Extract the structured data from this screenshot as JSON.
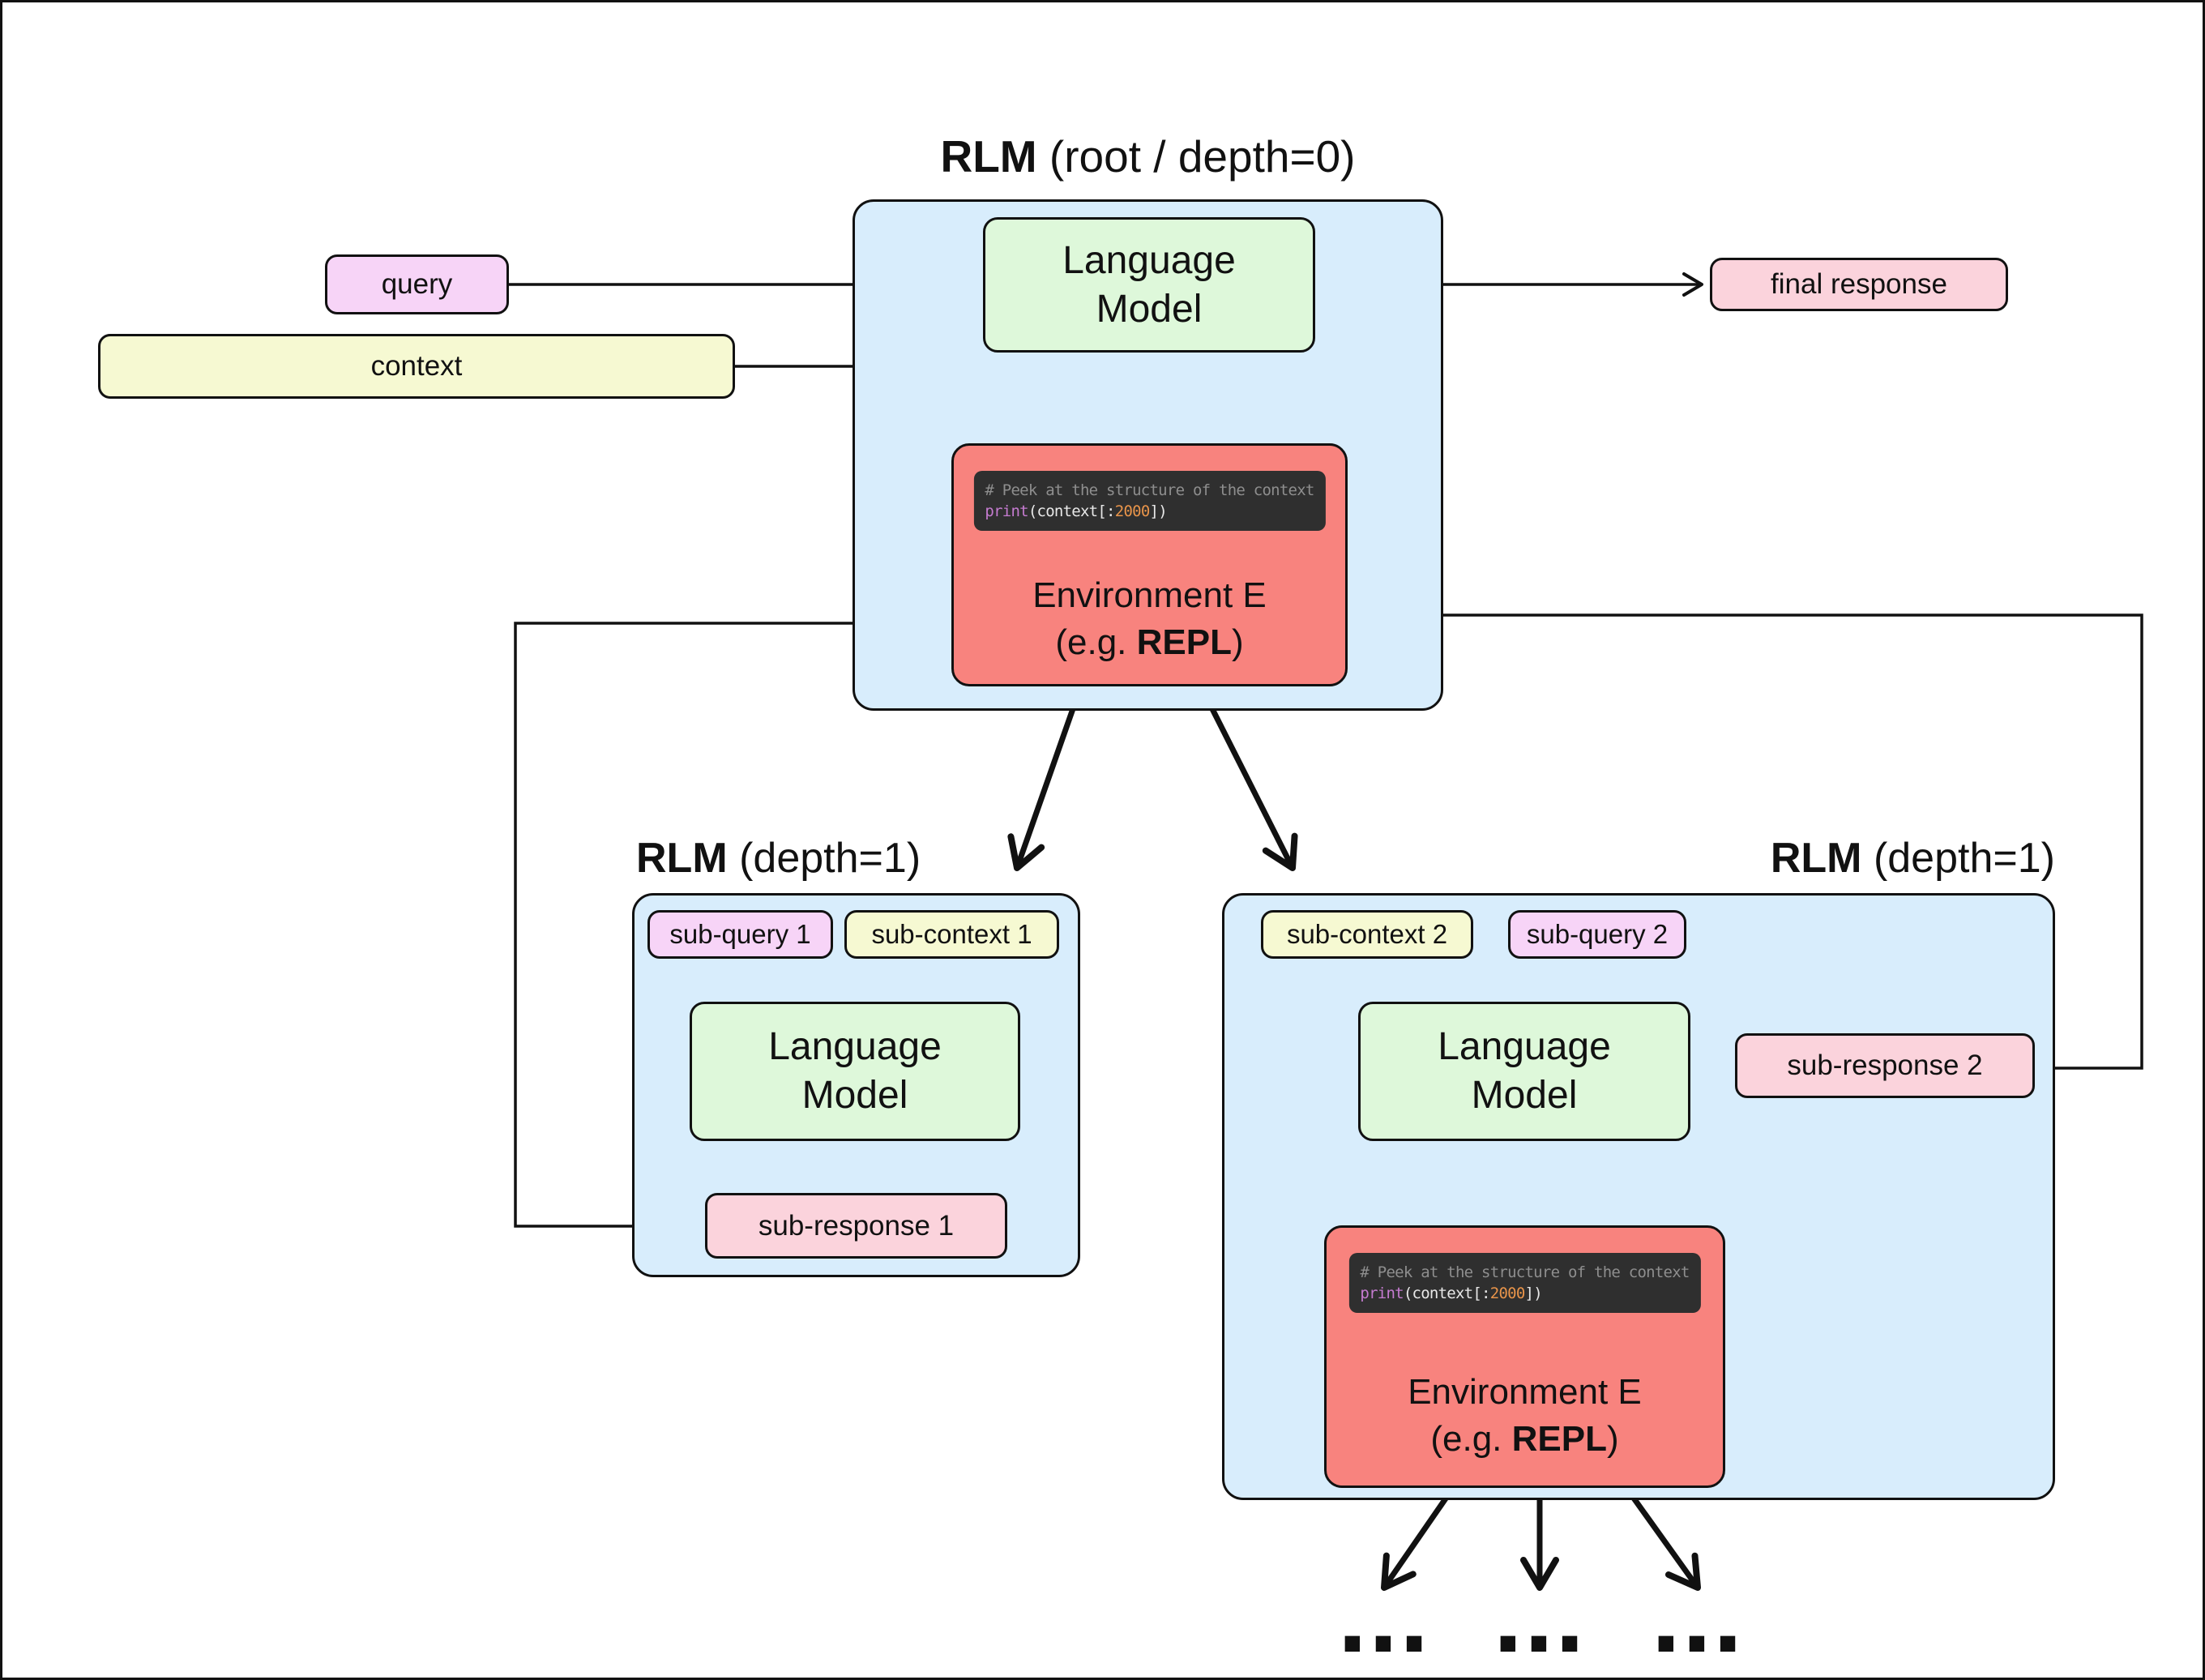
{
  "colors": {
    "container_blue": "#D8EDFC",
    "model_green": "#DEF8DA",
    "environment_red": "#F8837E",
    "query_pink": "#F7D4F7",
    "context_yellow": "#F6F9D2",
    "response_pink": "#FBD3DC",
    "code_bg": "#2F2F2F",
    "code_comment": "#8E8E8E",
    "code_keyword": "#C57BD0",
    "code_number": "#E8944A",
    "code_text": "#E8E8E8",
    "line_black": "#111111"
  },
  "root": {
    "title_bold": "RLM",
    "title_rest": " (root / depth=0)",
    "language_model": {
      "line1": "Language",
      "line2": "Model"
    },
    "environment": {
      "line1": "Environment E",
      "line2_prefix": "(e.g. ",
      "line2_bold": "REPL",
      "line2_suffix": ")"
    },
    "code": {
      "comment": "# Peek at the structure of the context",
      "keyword": "print",
      "arg_open": "(context[:",
      "number": "2000",
      "arg_close": "])"
    }
  },
  "inputs": {
    "query": "query",
    "context": "context"
  },
  "outputs": {
    "final_response": "final response"
  },
  "child_left": {
    "title_bold": "RLM",
    "title_rest": " (depth=1)",
    "sub_query": "sub-query 1",
    "sub_context": "sub-context 1",
    "language_model": {
      "line1": "Language",
      "line2": "Model"
    },
    "sub_response": "sub-response 1"
  },
  "child_right": {
    "title_bold": "RLM",
    "title_rest": " (depth=1)",
    "sub_context": "sub-context 2",
    "sub_query": "sub-query 2",
    "language_model": {
      "line1": "Language",
      "line2": "Model"
    },
    "sub_response": "sub-response 2",
    "environment": {
      "line1": "Environment E",
      "line2_prefix": "(e.g. ",
      "line2_bold": "REPL",
      "line2_suffix": ")"
    },
    "code": {
      "comment": "# Peek at the structure of the context",
      "keyword": "print",
      "arg_open": "(context[:",
      "number": "2000",
      "arg_close": "])"
    }
  },
  "ellipsis": "..."
}
